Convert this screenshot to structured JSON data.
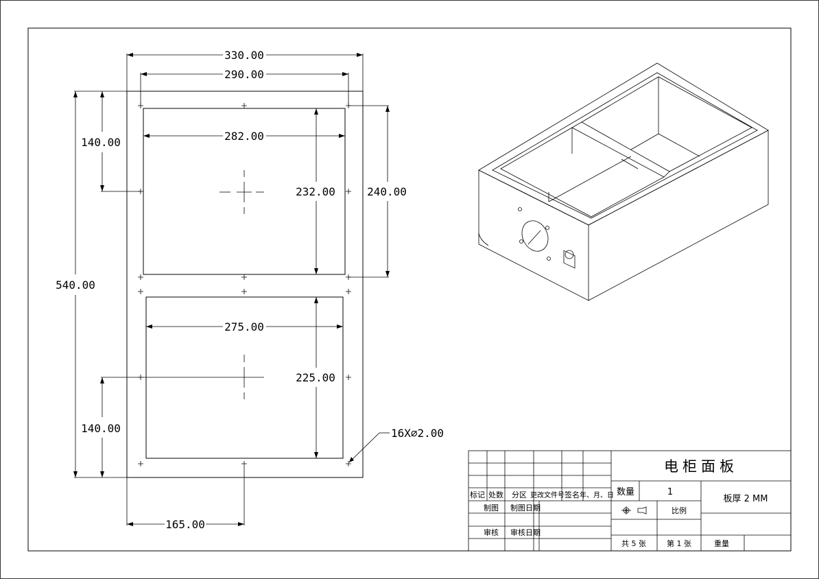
{
  "drawing": {
    "dimensions": {
      "overall_width": "330.00",
      "hole_span_width": "290.00",
      "upper_cutout_width": "282.00",
      "upper_cutout_height": "232.00",
      "upper_hole_span_height": "240.00",
      "upper_offset": "140.00",
      "overall_height": "540.00",
      "lower_cutout_width": "275.00",
      "lower_cutout_height": "225.00",
      "lower_offset": "140.00",
      "bottom_offset": "165.00",
      "hole_callout": "16X⌀2.00"
    }
  },
  "title_block": {
    "title": "电柜面板",
    "quantity_label": "数量",
    "quantity_value": "1",
    "thickness": "板厚 2 MM",
    "scale_label": "比例",
    "weight_label": "重量",
    "sheets_total": "共  5  张",
    "sheet_no": "第  1  张",
    "rev_headers": [
      "标记",
      "处数",
      "分区",
      "更改文件号",
      "签名",
      "年、月、日"
    ],
    "drawn_label": "制图",
    "drawn_date_label": "制图日期",
    "review_label": "审核",
    "review_date_label": "审核日期"
  }
}
